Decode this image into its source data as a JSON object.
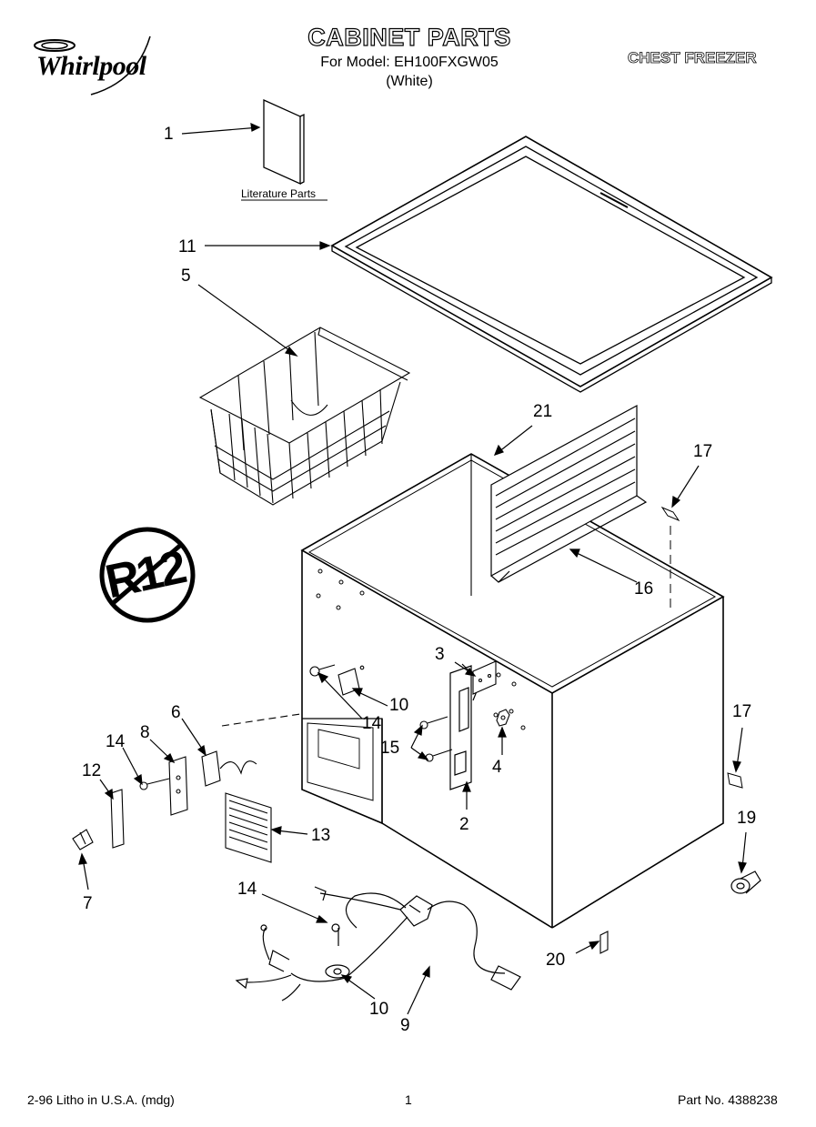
{
  "header": {
    "brand": "Whirlpool",
    "title": "CABINET PARTS",
    "model_line": "For Model: EH100FXGW05",
    "color": "(White)",
    "product_type": "CHEST FREEZER"
  },
  "callouts": {
    "c1": "1",
    "c2": "2",
    "c3": "3",
    "c4": "4",
    "c5": "5",
    "c6": "6",
    "c7": "7",
    "c8": "8",
    "c9": "9",
    "c10a": "10",
    "c10b": "10",
    "c11": "11",
    "c12": "12",
    "c13": "13",
    "c14a": "14",
    "c14b": "14",
    "c14c": "14",
    "c15": "15",
    "c16": "16",
    "c17a": "17",
    "c17b": "17",
    "c19": "19",
    "c20": "20",
    "c21": "21"
  },
  "literature_label": "Literature Parts",
  "badge_text": "R12",
  "footer": {
    "left": "2-96 Litho in U.S.A. (mdg)",
    "page": "1",
    "part_no": "Part No. 4388238"
  }
}
